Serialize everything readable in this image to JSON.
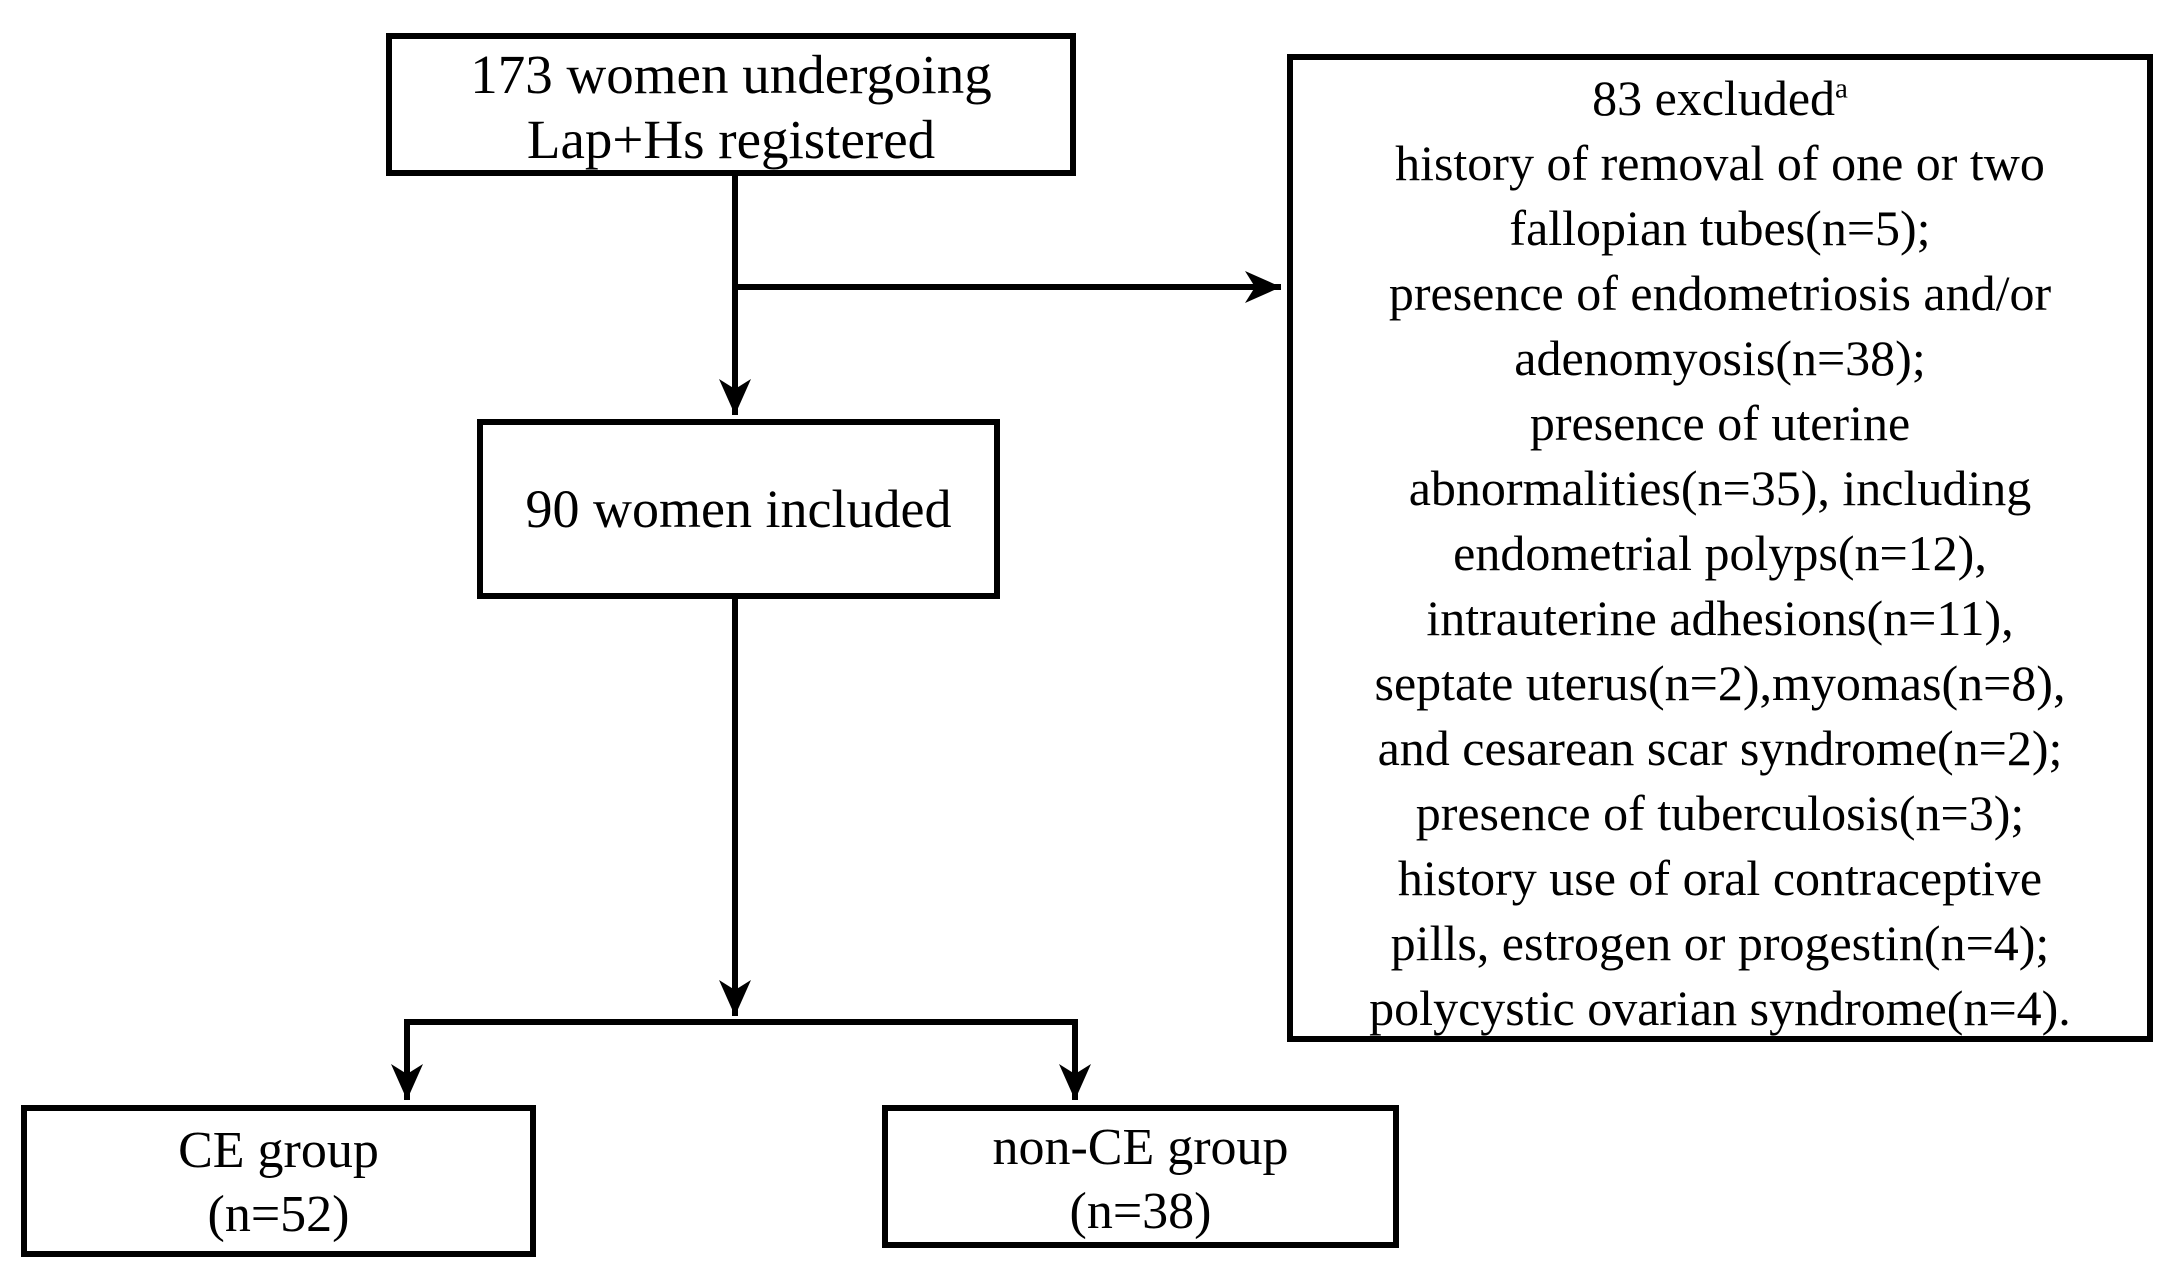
{
  "colors": {
    "background": "#ffffff",
    "line": "#000000",
    "text": "#000000"
  },
  "chart_data": {
    "type": "flowchart",
    "title": "",
    "nodes": [
      {
        "id": "registered",
        "n": 173,
        "text": "173 women undergoing Lap+Hs registered"
      },
      {
        "id": "excluded",
        "n": 83,
        "text": "83 excluded(a): history of removal of one or two fallopian tubes(n=5); presence of endometriosis and/or adenomyosis(n=38); presence of uterine abnormalities(n=35), including endometrial polyps(n=12), intrauterine adhesions(n=11), septate uterus(n=2),myomas(n=8), and cesarean scar syndrome(n=2); presence of tuberculosis(n=3); history use of oral contraceptive pills, estrogen or progestin(n=4); polycystic ovarian syndrome(n=4)."
      },
      {
        "id": "included",
        "n": 90,
        "text": "90 women included"
      },
      {
        "id": "ce_group",
        "n": 52,
        "text": "CE group (n=52)"
      },
      {
        "id": "non_ce_group",
        "n": 38,
        "text": "non-CE group (n=38)"
      }
    ],
    "edges": [
      {
        "from": "registered",
        "to": "included"
      },
      {
        "from": "registered",
        "to": "excluded"
      },
      {
        "from": "included",
        "to": "ce_group"
      },
      {
        "from": "included",
        "to": "non_ce_group"
      }
    ]
  },
  "boxes": {
    "registered": {
      "lines": [
        "173 women undergoing",
        "Lap+Hs registered"
      ]
    },
    "included": {
      "label": "90 women included"
    },
    "excluded": {
      "heading": "83 excluded",
      "heading_sup": "a",
      "lines": [
        "history of removal of one or two",
        "fallopian tubes(n=5);",
        "presence of endometriosis and/or",
        "adenomyosis(n=38);",
        "presence of uterine",
        "abnormalities(n=35), including",
        "endometrial polyps(n=12),",
        "intrauterine adhesions(n=11),",
        "septate uterus(n=2),myomas(n=8),",
        "and cesarean scar syndrome(n=2);",
        "presence of tuberculosis(n=3);",
        "history use of oral contraceptive",
        "pills, estrogen or progestin(n=4);",
        "polycystic ovarian syndrome(n=4)."
      ]
    },
    "ce_group": {
      "lines": [
        "CE group",
        "(n=52)"
      ]
    },
    "non_ce_group": {
      "lines": [
        "non-CE group",
        "(n=38)"
      ]
    }
  }
}
